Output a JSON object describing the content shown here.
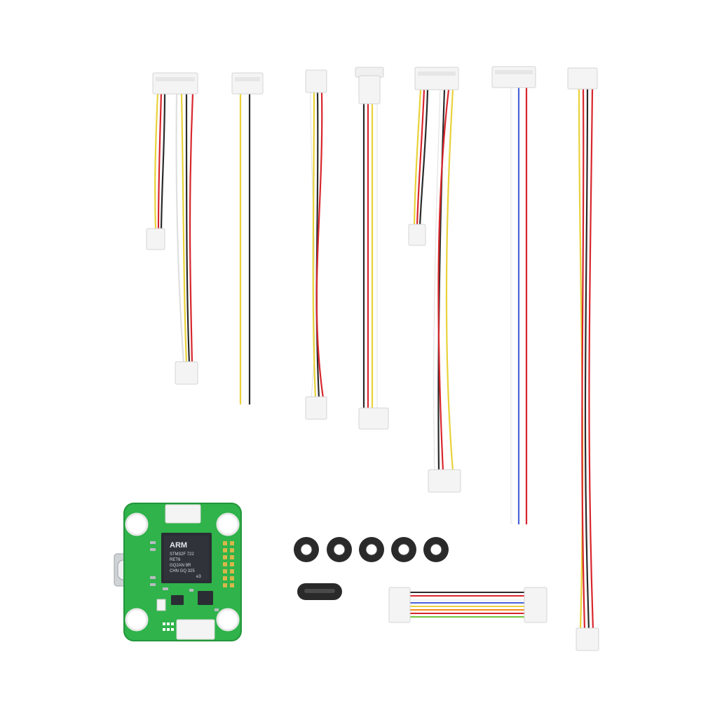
{
  "product": {
    "chip_marking": {
      "logo": "ARM",
      "lines": [
        "STM32F 722",
        "RET6",
        "GQ2AN 9R",
        "CHN GQ 325",
        "e3"
      ]
    }
  },
  "colors": {
    "background": "#ffffff",
    "pcb": "#2fb34a",
    "connector": "#f4f4f4",
    "wire_red": "#d8262c",
    "wire_yellow": "#e9d23a",
    "wire_black": "#2b2b2b",
    "wire_white": "#f7f7f7",
    "wire_blue": "#4a63d6",
    "wire_orange": "#f08a1c",
    "wire_green": "#6dc43c",
    "ring": "#2a2a2a"
  },
  "items": [
    {
      "name": "cable-4pin-split"
    },
    {
      "name": "cable-2wire-flying-leads"
    },
    {
      "name": "cable-4pin-twisted"
    },
    {
      "name": "cable-3pin-jst"
    },
    {
      "name": "cable-4pin-split-long"
    },
    {
      "name": "cable-3wire-blue"
    },
    {
      "name": "cable-4pin-long"
    },
    {
      "name": "flight-controller-board"
    },
    {
      "name": "rubber-grommets"
    },
    {
      "name": "usb-c-cover"
    },
    {
      "name": "ribbon-cable-8pin"
    }
  ]
}
